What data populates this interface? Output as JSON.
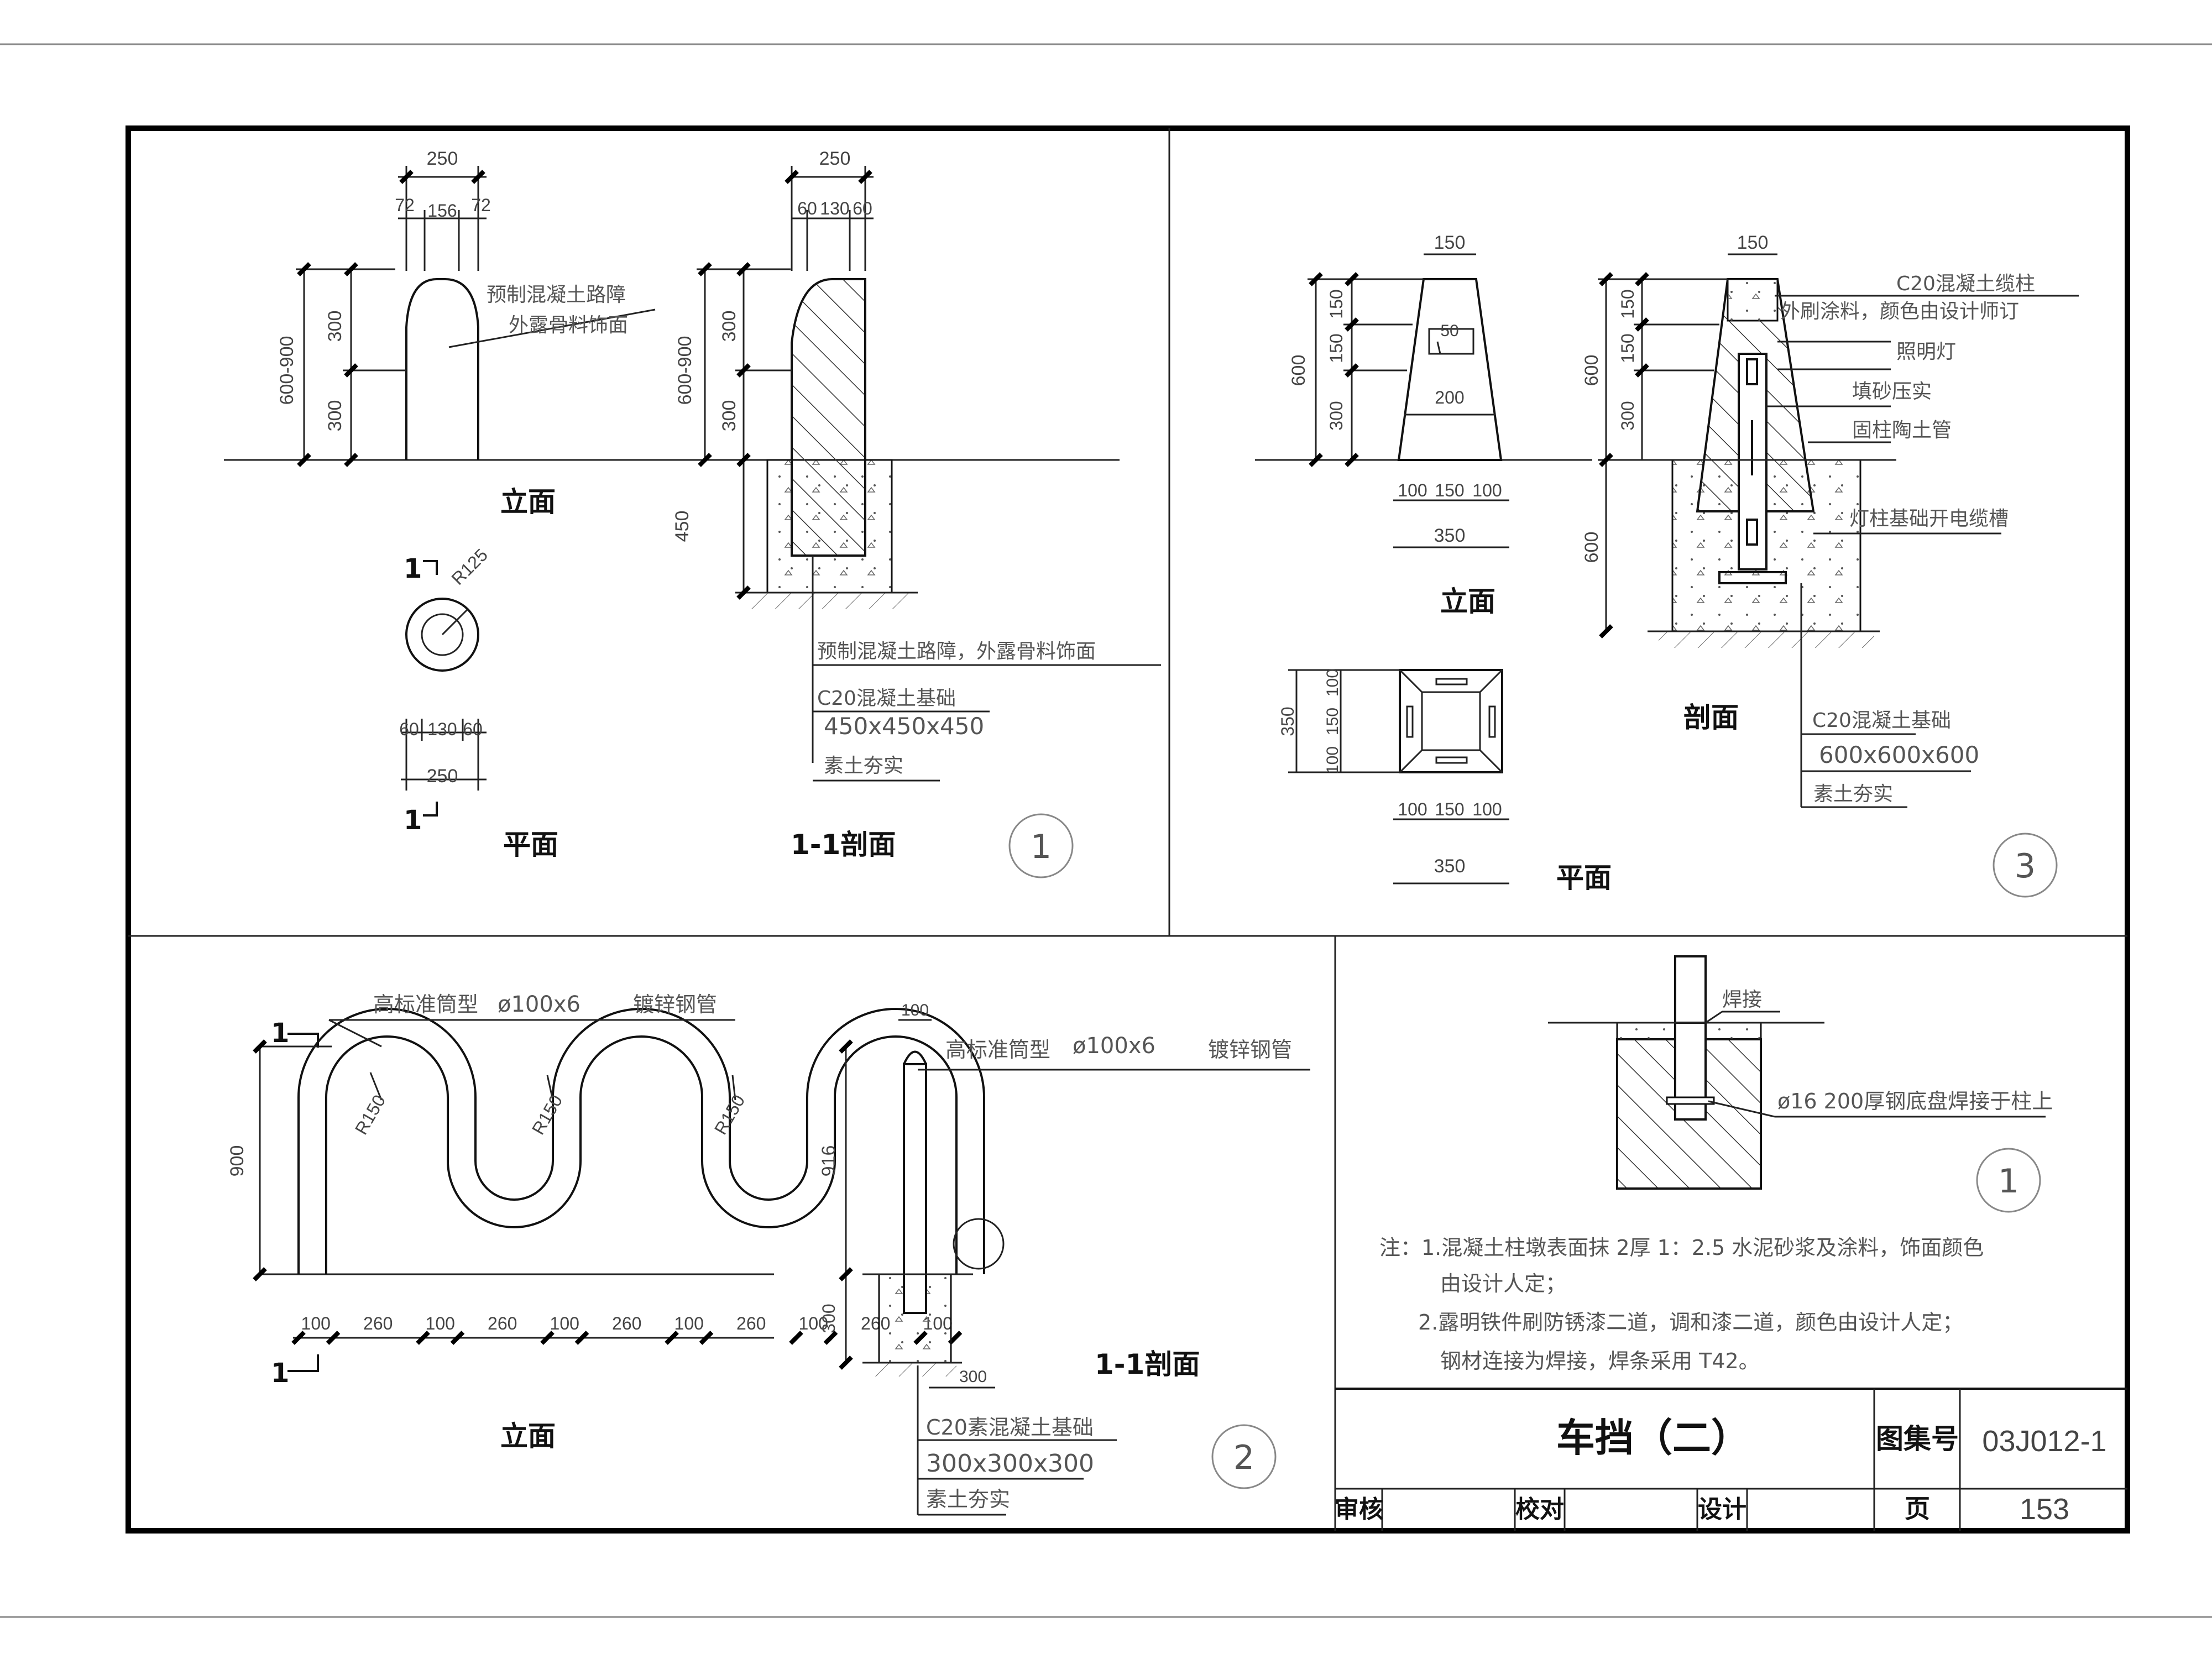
{
  "sheet": {
    "title": "车挡（二）",
    "atlas_label": "图集号",
    "atlas_no": "03J012-1",
    "page_label": "页",
    "page_no": "153",
    "review": "审核",
    "check": "校对",
    "design": "设计"
  },
  "d1": {
    "dims_top": [
      "250",
      "72",
      "156",
      "72"
    ],
    "dims_top_sec": [
      "250",
      "60",
      "130",
      "60"
    ],
    "height_total": "600-900",
    "h_upper": "300",
    "h_lower": "300",
    "h_found": "450",
    "label_a": "预制混凝土路障",
    "label_b": "外露骨料饰面",
    "view_elev": "立面",
    "view_sec": "1-1剖面",
    "view_plan": "平面",
    "plan_r": "R125",
    "plan_dims": [
      "60",
      "130",
      "60",
      "250"
    ],
    "sec_mark": "1",
    "note1": "预制混凝土路障，外露骨料饰面",
    "note2": "C20混凝土基础",
    "note3": "450x450x450",
    "note4": "素土夯实",
    "num": "1"
  },
  "d3": {
    "top_w": "150",
    "h_total": "600",
    "h1": "150",
    "h2": "150",
    "h3": "300",
    "h_found": "600",
    "hole": "50",
    "mid_w": "200",
    "base_dims": [
      "100",
      "150",
      "100"
    ],
    "base_total": "350",
    "plan_dims_v": [
      "100",
      "150",
      "100"
    ],
    "plan_total_v": "350",
    "plan_dims_h": [
      "100",
      "150",
      "100"
    ],
    "plan_total_h": "350",
    "lbl_c20": "C20混凝土缆柱",
    "lbl_paint": "外刷涂料，颜色由设计师订",
    "lbl_lamp": "照明灯",
    "lbl_sand": "填砂压实",
    "lbl_pipe": "固柱陶土管",
    "lbl_groove": "灯柱基础开电缆槽",
    "lbl_found": "C20混凝土基础",
    "lbl_size": "600x600x600",
    "lbl_soil": "素土夯实",
    "view_elev": "立面",
    "view_sec": "剖面",
    "view_plan": "平面",
    "num": "3"
  },
  "d2": {
    "lbl_type": "高标准筒型",
    "lbl_dia": "ø100x6",
    "lbl_mat": "镀锌钢管",
    "h": "900",
    "radii": [
      "R150",
      "R150",
      "R150"
    ],
    "bottom_dims": [
      "100",
      "260",
      "100",
      "260",
      "100",
      "260",
      "100",
      "260",
      "100",
      "260",
      "100"
    ],
    "sec_w": "100",
    "sec_h": "916",
    "sec_found_h": "300",
    "sec_found_w": "300",
    "found1": "C20素混凝土基础",
    "found2": "300x300x300",
    "found3": "素土夯实",
    "view_elev": "立面",
    "view_sec": "1-1剖面",
    "sec_mark": "1",
    "num": "2"
  },
  "detail": {
    "weld": "焊接",
    "plate": "ø16  200厚钢底盘焊接于柱上",
    "num": "1"
  },
  "notes": {
    "l1": "注：1.混凝土柱墩表面抹        2厚   1：2.5      水泥砂浆及涂料，饰面颜色",
    "l2": "由设计人定；",
    "l3": "2.露明铁件刷防锈漆二道，调和漆二道，颜色由设计人定；",
    "l4": "钢材连接为焊接，焊条采用                T42。"
  }
}
